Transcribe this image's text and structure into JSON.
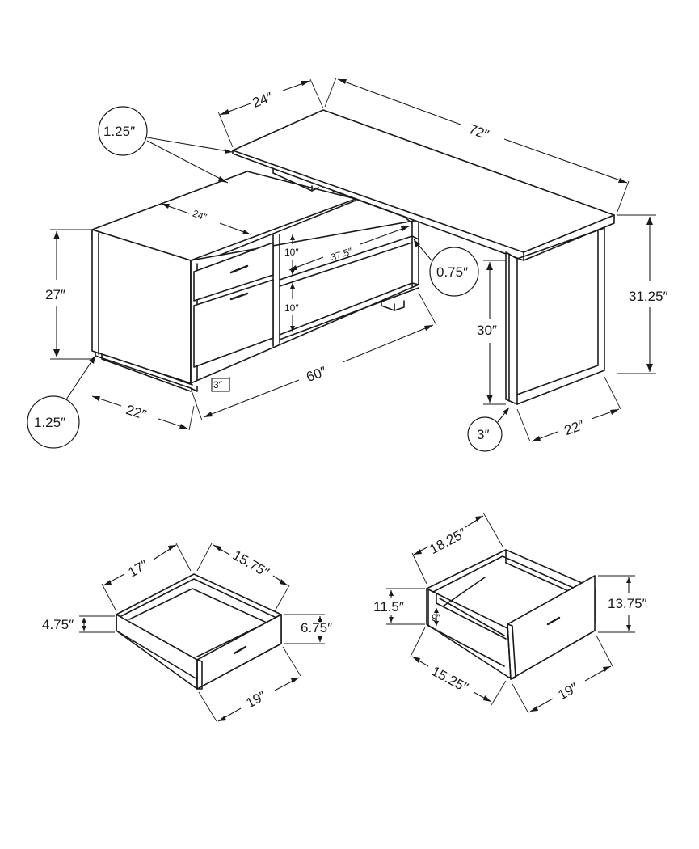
{
  "desk": {
    "dims": {
      "top_depth": "24″",
      "top_length": "72″",
      "top_thickness": "1.25″",
      "cabinet_depth": "24″",
      "cabinet_height": "27″",
      "shelf_upper": "10″",
      "shelf_lower": "10″",
      "shelf_width": "37.5″",
      "shelf_thickness": "0.75″",
      "cabinet_length": "60″",
      "leg_clearance": "3″",
      "cabinet_side_depth": "22″",
      "base_thickness": "1.25″",
      "knee_height": "30″",
      "overall_height": "31.25″",
      "leg_depth": "22″",
      "leg_width": "3″"
    }
  },
  "small_drawer": {
    "dims": {
      "depth": "17″",
      "width": "15.75″",
      "side_height": "4.75″",
      "front_height": "6.75″",
      "front_width": "19″"
    }
  },
  "file_drawer": {
    "dims": {
      "depth": "18.25″",
      "side_height": "11.5″",
      "inner_height": "9″",
      "front_height": "13.75″",
      "width": "15.25″",
      "front_width": "19″"
    }
  }
}
